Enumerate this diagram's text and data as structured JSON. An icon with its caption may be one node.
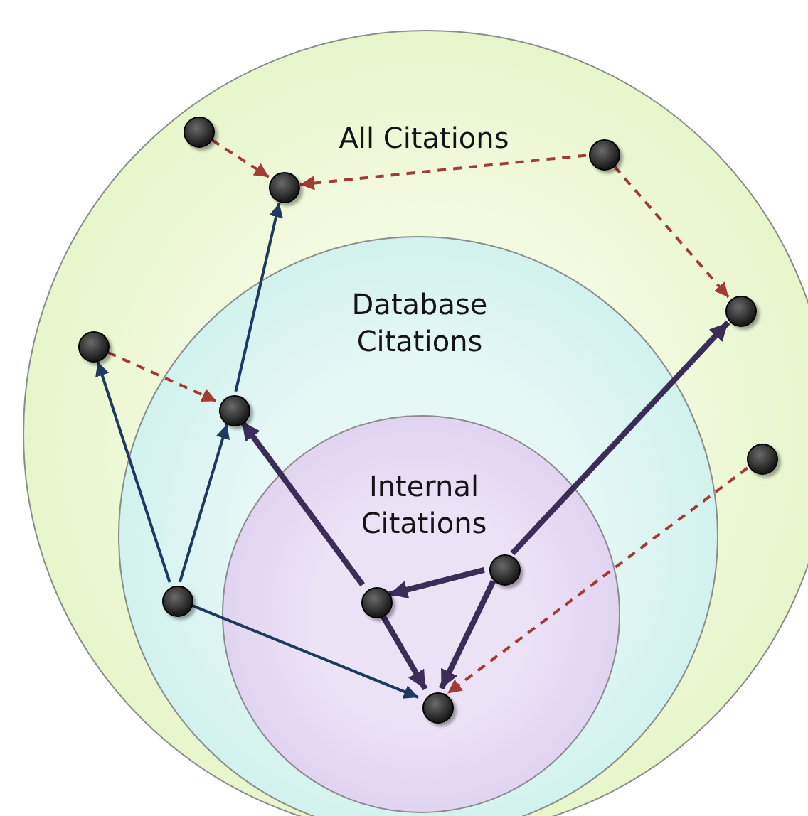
{
  "diagram": {
    "nodes": [
      {
        "text": [
          "All Citations"
        ]
      },
      {
        "text": [
          "Database Citations"
        ],
        "in": 0
      },
      {
        "text": [
          "Internal Citations"
        ],
        "in": 1
      },
      {
        "text": [],
        "shape": "circle",
        "in": 0
      },
      {
        "text": [],
        "shape": "circle",
        "in": 0
      },
      {
        "text": [],
        "shape": "circle",
        "in": 0
      },
      {
        "text": [],
        "shape": "circle",
        "in": 0
      },
      {
        "text": [],
        "shape": "circle",
        "in": 0
      },
      {
        "text": [],
        "shape": "circle",
        "in": 1
      },
      {
        "text": [],
        "shape": "circle",
        "in": 0
      },
      {
        "text": [],
        "shape": "circle",
        "in": 1
      },
      {
        "text": [],
        "shape": "circle",
        "in": 2
      },
      {
        "text": [],
        "shape": "circle",
        "in": 2
      },
      {
        "text": [],
        "shape": "circle",
        "in": 2
      }
    ],
    "edges": [
      {
        "from": 3,
        "to": 4,
        "arrow": "to",
        "style": "dashed",
        "color": "#a33b35"
      },
      {
        "from": 5,
        "to": 4,
        "arrow": "to",
        "style": "dashed",
        "color": "#a33b35"
      },
      {
        "from": 5,
        "to": 6,
        "arrow": "to",
        "style": "dashed",
        "color": "#a33b35"
      },
      {
        "from": 7,
        "to": 8,
        "arrow": "to",
        "style": "dashed",
        "color": "#a33b35"
      },
      {
        "from": 9,
        "to": 13,
        "arrow": "to",
        "style": "dashed",
        "color": "#a33b35"
      },
      {
        "from": 8,
        "to": 4,
        "arrow": "to",
        "color": "#1f3a5f"
      },
      {
        "from": 10,
        "to": 7,
        "arrow": "to",
        "color": "#1f3a5f"
      },
      {
        "from": 10,
        "to": 8,
        "arrow": "to",
        "color": "#1f3a5f"
      },
      {
        "from": 10,
        "to": 13,
        "arrow": "to",
        "color": "#1f3a5f"
      },
      {
        "from": 11,
        "to": 8,
        "arrow": "to",
        "style": "thick",
        "color": "#3b2c58"
      },
      {
        "from": 12,
        "to": 11,
        "arrow": "to",
        "style": "thick",
        "color": "#3b2c58"
      },
      {
        "from": 12,
        "to": 6,
        "arrow": "to",
        "style": "thick",
        "color": "#3b2c58"
      },
      {
        "from": 11,
        "to": 13,
        "arrow": "to",
        "style": "thick",
        "color": "#3b2c58"
      },
      {
        "from": 12,
        "to": 13,
        "arrow": "to",
        "style": "thick",
        "color": "#3b2c58"
      }
    ]
  }
}
